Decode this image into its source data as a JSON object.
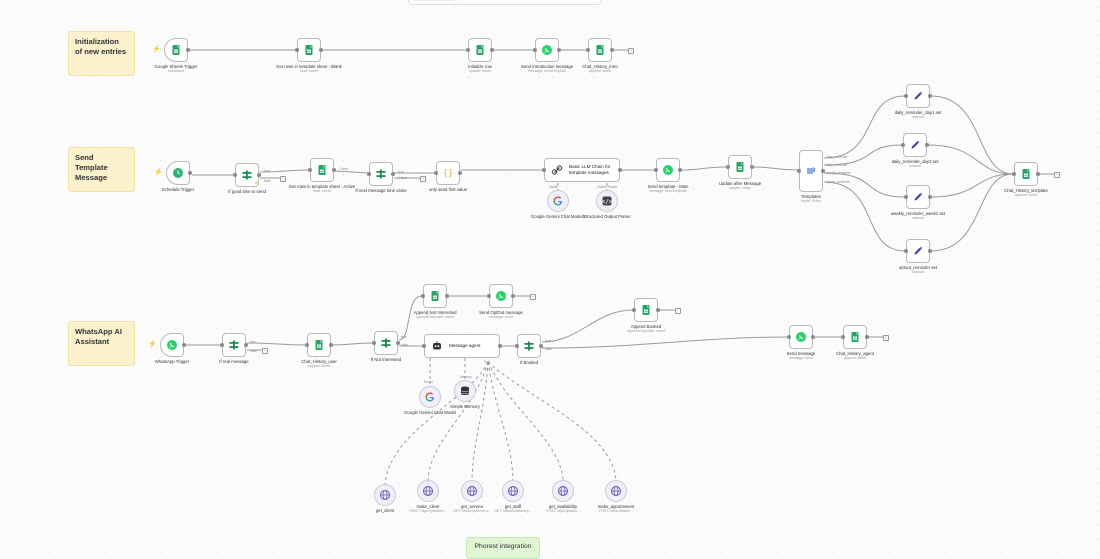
{
  "sticky_notes": [
    {
      "id": "init",
      "title": "Initialization of new entries"
    },
    {
      "id": "tmpl",
      "title": "Send Template Message"
    },
    {
      "id": "wa",
      "title": "WhatsApp AI Assistant"
    },
    {
      "id": "phorest",
      "title": "Phorest integration"
    }
  ],
  "nodes": [
    {
      "id": "n1",
      "label": "Google Sheets Trigger",
      "sub": "rowAdded",
      "icon": "sheets"
    },
    {
      "id": "n2",
      "label": "Get rows in template sheet - Blank",
      "sub": "read: sheet",
      "icon": "sheets"
    },
    {
      "id": "n3",
      "label": "Initialize row",
      "sub": "update: sheet",
      "icon": "sheets"
    },
    {
      "id": "n4",
      "label": "Send Introduction message",
      "sub": "message: sendTemplate",
      "icon": "whatsapp"
    },
    {
      "id": "n5",
      "label": "Chat_History_intro",
      "sub": "append: sheet",
      "icon": "sheets"
    },
    {
      "id": "t1",
      "label": "Schedule Trigger",
      "sub": "",
      "icon": "clock"
    },
    {
      "id": "t2",
      "label": "If good time to send",
      "sub": "",
      "icon": "if"
    },
    {
      "id": "t3",
      "label": "Get rows in template sheet - Active",
      "sub": "read: sheet",
      "icon": "sheets"
    },
    {
      "id": "t4",
      "label": "If next message time came",
      "sub": "",
      "icon": "if"
    },
    {
      "id": "t5",
      "label": "only send first value",
      "sub": "",
      "icon": "code"
    },
    {
      "id": "t6",
      "label": "Basic LLM Chain for template messages",
      "sub": "",
      "icon": "chain"
    },
    {
      "id": "t7",
      "label": "Google Gemini Chat Model1",
      "sub": "",
      "icon": "google"
    },
    {
      "id": "t8",
      "label": "Structured Output Parser",
      "sub": "",
      "icon": "parser"
    },
    {
      "id": "t9",
      "label": "Send template - Main",
      "sub": "message: sendTemplate",
      "icon": "whatsapp"
    },
    {
      "id": "t10",
      "label": "Update after Message",
      "sub": "update: sheet",
      "icon": "sheets"
    },
    {
      "id": "t11",
      "label": "Templates",
      "sub": "mode: Rules",
      "icon": "switch"
    },
    {
      "id": "t12",
      "label": "daily_reminder_day1 set",
      "sub": "manual",
      "icon": "pen"
    },
    {
      "id": "t13",
      "label": "daily_reminder_day2 set",
      "sub": "manual",
      "icon": "pen"
    },
    {
      "id": "t14",
      "label": "weekly_reminder_week1 set",
      "sub": "manual",
      "icon": "pen"
    },
    {
      "id": "t15",
      "label": "optout_reminder set",
      "sub": "manual",
      "icon": "pen"
    },
    {
      "id": "t16",
      "label": "Chat_History_template",
      "sub": "append: sheet",
      "icon": "sheets"
    },
    {
      "id": "w1",
      "label": "WhatsApp Trigger",
      "sub": "",
      "icon": "whatsapp"
    },
    {
      "id": "w2",
      "label": "If real message",
      "sub": "",
      "icon": "if"
    },
    {
      "id": "w3",
      "label": "Chat_History_user",
      "sub": "append: sheet",
      "icon": "sheets"
    },
    {
      "id": "w4",
      "label": "If Not Interested",
      "sub": "",
      "icon": "if"
    },
    {
      "id": "w5",
      "label": "Append Not Interested",
      "sub": "appendOrUpdate: sheet",
      "icon": "sheets"
    },
    {
      "id": "w6",
      "label": "Send OptOut message",
      "sub": "message: send",
      "icon": "whatsapp"
    },
    {
      "id": "w7",
      "label": "Message agent",
      "sub": "",
      "icon": "agent"
    },
    {
      "id": "w8",
      "label": "If Booked",
      "sub": "",
      "icon": "if"
    },
    {
      "id": "w9",
      "label": "Append Booked",
      "sub": "appendOrUpdate: sheet",
      "icon": "sheets"
    },
    {
      "id": "w10",
      "label": "Send message",
      "sub": "message: send",
      "icon": "whatsapp"
    },
    {
      "id": "w11",
      "label": "Chat_History_agent",
      "sub": "append: sheet",
      "icon": "sheets"
    },
    {
      "id": "w12",
      "label": "Google Gemini Chat Model",
      "sub": "",
      "icon": "google"
    },
    {
      "id": "w13",
      "label": "Simple Memory",
      "sub": "",
      "icon": "db"
    },
    {
      "id": "w14",
      "label": "get_client",
      "sub": "",
      "icon": "globe"
    },
    {
      "id": "w15",
      "label": "make_client",
      "sub": "POST: https://platform...",
      "icon": "globe"
    },
    {
      "id": "w16",
      "label": "get_service",
      "sub": "GET: https://platform.p...",
      "icon": "globe"
    },
    {
      "id": "w17",
      "label": "get_staff",
      "sub": "GET: https://platform.p...",
      "icon": "globe"
    },
    {
      "id": "w18",
      "label": "get_availability",
      "sub": "POST: https://platfor...",
      "icon": "globe"
    },
    {
      "id": "w19",
      "label": "make_appointment",
      "sub": "POST: https://platfor...",
      "icon": "globe"
    }
  ],
  "connection_labels": {
    "true": "true",
    "false": "false",
    "items1": "1 item",
    "items2": "1 item",
    "model": "Model",
    "memory": "Memory",
    "tool": "Tool",
    "chat_model": "Model",
    "output_parser": "Output Parser",
    "daily1": "daily_reminder",
    "daily2": "daily_reminder",
    "weekly": "weekly_reminder",
    "optout": "optout_reminder"
  },
  "colors": {
    "sheets": "#22a565",
    "whatsapp": "#25d366",
    "if": "#1d8a4e",
    "pen": "#3c3fa8",
    "switch": "#4a7dd8",
    "clock": "#2cb17a",
    "code": "#f1b52a",
    "agent": "#555",
    "globe": "#6a56c2"
  }
}
